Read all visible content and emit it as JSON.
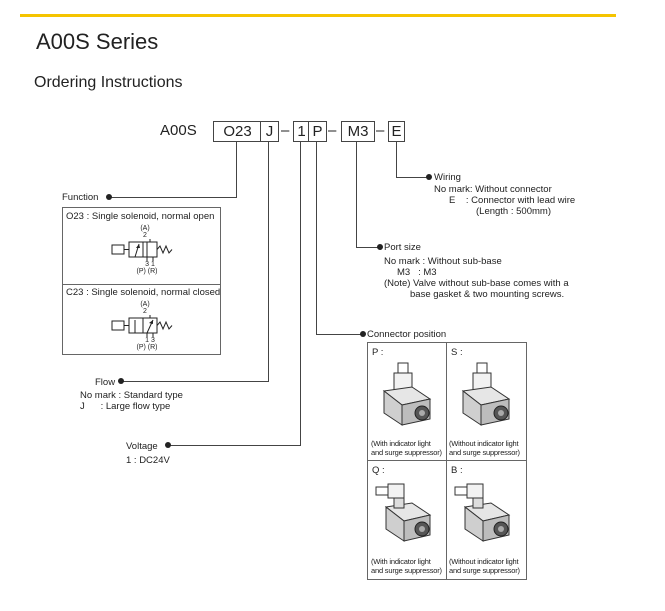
{
  "page": {
    "title": "A00S Series",
    "subtitle": "Ordering Instructions"
  },
  "code": {
    "prefix": "A00S",
    "parts": [
      "O23",
      "J",
      "1",
      "P",
      "M3",
      "E"
    ],
    "separator": "–"
  },
  "function": {
    "label": "Function",
    "options": [
      {
        "text": "O23 : Single solenoid, normal open",
        "port_a": "(A)",
        "num_top": "2",
        "num_bottom": "3 1",
        "ports_bottom": "(P) (R)"
      },
      {
        "text": "C23 : Single solenoid, normal closed",
        "port_a": "(A)",
        "num_top": "2",
        "num_bottom": "1 3",
        "ports_bottom": "(P) (R)"
      }
    ]
  },
  "flow": {
    "label": "Flow",
    "lines": [
      "No mark : Standard type",
      "J      : Large flow type"
    ]
  },
  "voltage": {
    "label": "Voltage",
    "lines": [
      "1 : DC24V"
    ]
  },
  "wiring": {
    "label": "Wiring",
    "lines": [
      "No mark: Without connector",
      "E    : Connector with lead wire",
      "(Length : 500mm)"
    ]
  },
  "port_size": {
    "label": "Port size",
    "lines": [
      "No mark : Without sub-base",
      "M3   : M3",
      "(Note) Valve without sub-base comes with a",
      "base gasket & two mounting screws."
    ]
  },
  "connector": {
    "label": "Connector position",
    "cells": [
      {
        "code": "P :",
        "caption": [
          "(With indicator light",
          "and surge suppressor)"
        ]
      },
      {
        "code": "S :",
        "caption": [
          "(Without indicator light",
          "and surge suppressor)"
        ]
      },
      {
        "code": "Q :",
        "caption": [
          "(With indicator light",
          "and surge suppressor)"
        ]
      },
      {
        "code": "B :",
        "caption": [
          "(Without indicator light",
          "and surge suppressor)"
        ]
      }
    ]
  },
  "colors": {
    "accent": "#f5c400",
    "text": "#222222",
    "line": "#444444"
  }
}
